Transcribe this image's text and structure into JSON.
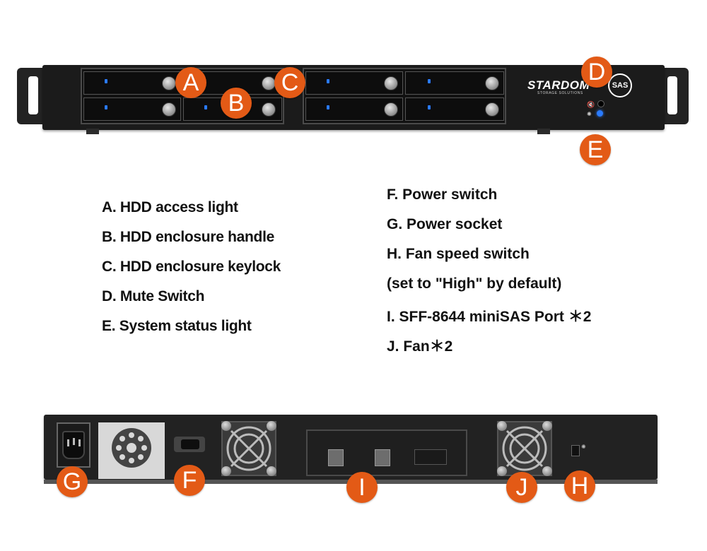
{
  "front_panel": {
    "brand_name": "STARDOM",
    "brand_tagline": "STORAGE SOLUTIONS",
    "sas_label": "SAS"
  },
  "callouts": {
    "A": "A",
    "B": "B",
    "C": "C",
    "D": "D",
    "E": "E",
    "F": "F",
    "G": "G",
    "H": "H",
    "I": "I",
    "J": "J"
  },
  "legend_left": [
    "A. HDD access light",
    "B. HDD enclosure handle",
    "C. HDD enclosure keylock",
    "D. Mute Switch",
    "E. System status light"
  ],
  "legend_right": [
    "F. Power switch",
    "G. Power socket",
    "H. Fan speed switch",
    "(set to \"High\" by default)",
    "I. SFF-8644 miniSAS Port ＊2",
    "J. Fan＊2"
  ],
  "colors": {
    "badge": "#e35a16",
    "led": "#2a7bff",
    "chassis": "#1b1b1b"
  }
}
